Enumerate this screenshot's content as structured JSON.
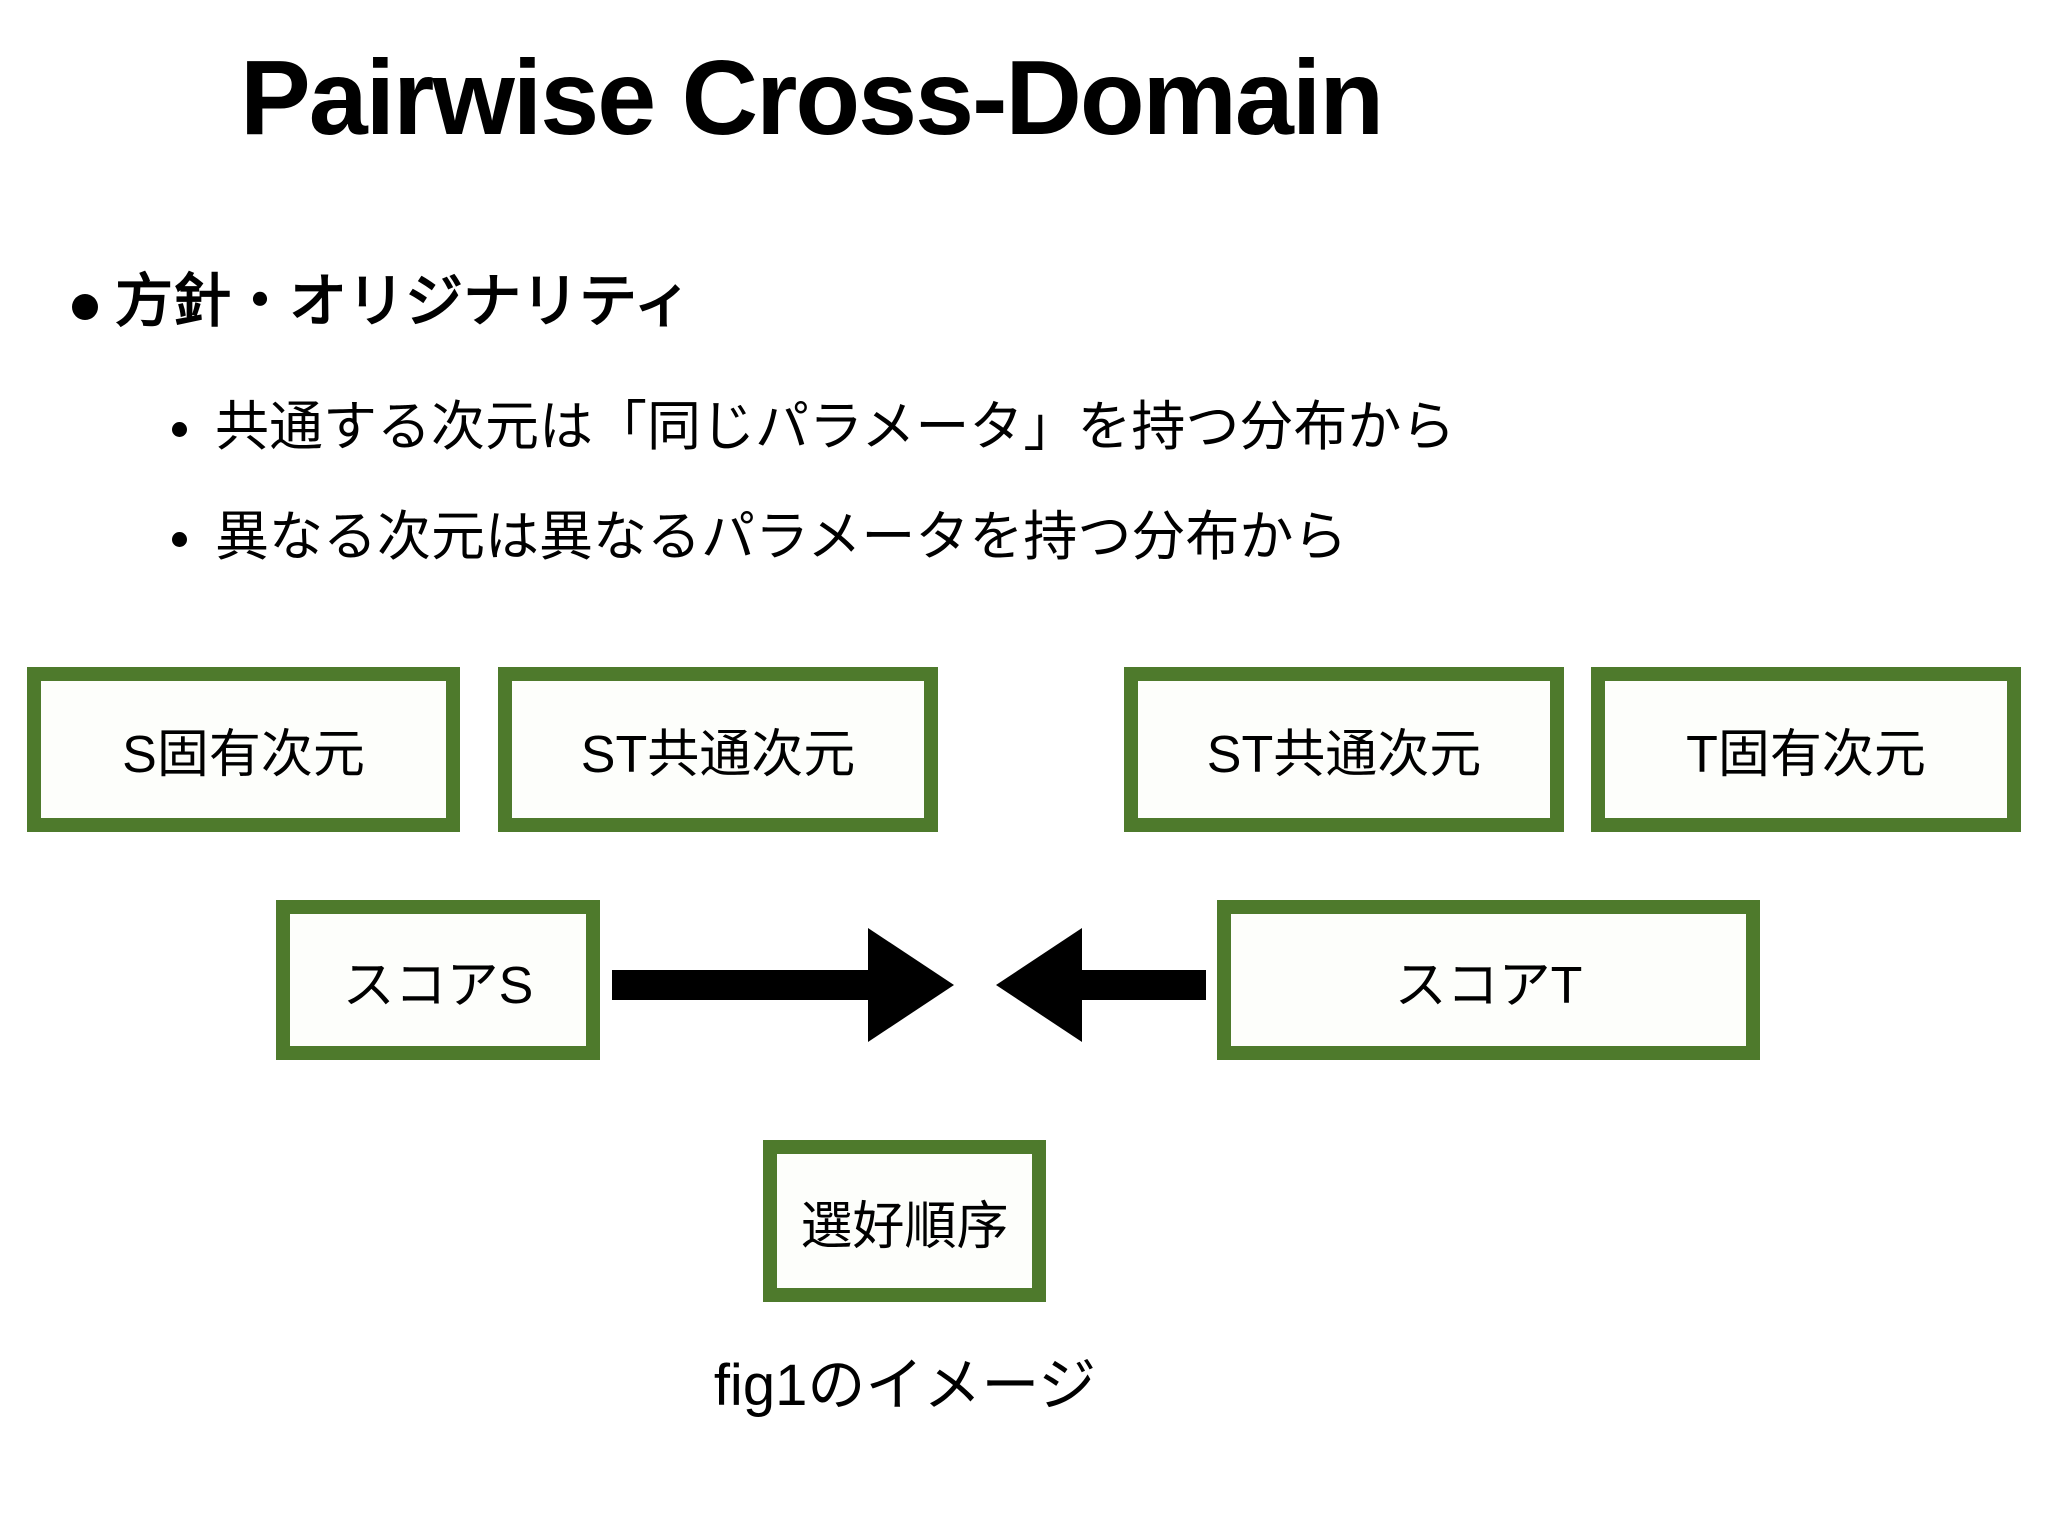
{
  "slide": {
    "title": "Pairwise Cross-Domain",
    "bullets": {
      "heading": "方針・オリジナリティ",
      "items": [
        "共通する次元は「同じパラメータ」を持つ分布から",
        "異なる次元は異なるパラメータを持つ分布から"
      ]
    },
    "diagram": {
      "top_boxes": [
        "S固有次元",
        "ST共通次元",
        "ST共通次元",
        "T固有次元"
      ],
      "score_left": "スコアS",
      "score_right": "スコアT",
      "result_box": "選好順序",
      "caption": "fig1のイメージ"
    },
    "colors": {
      "box_border_green": "#4e7a2c",
      "arrow_black": "#000000",
      "text": "#000000",
      "background": "#ffffff"
    }
  }
}
